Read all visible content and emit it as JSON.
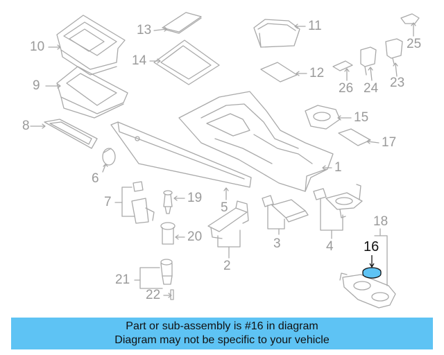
{
  "diagram": {
    "part_labels": {
      "p1": "1",
      "p2": "2",
      "p3": "3",
      "p4": "4",
      "p5": "5",
      "p6": "6",
      "p7": "7",
      "p8": "8",
      "p9": "9",
      "p10": "10",
      "p11": "11",
      "p12": "12",
      "p13": "13",
      "p14": "14",
      "p15": "15",
      "p16": "16",
      "p17": "17",
      "p18": "18",
      "p19": "19",
      "p20": "20",
      "p21": "21",
      "p22": "22",
      "p23": "23",
      "p24": "24",
      "p25": "25",
      "p26": "26"
    },
    "highlighted_part": "16",
    "colors": {
      "line": "#a9a9a9",
      "highlight_fill": "#5ec3f4",
      "highlight_text": "#111111",
      "banner": "#5ec3f4"
    }
  },
  "banner": {
    "line1": "Part or sub-assembly is #16 in diagram",
    "line2": "Diagram may not be specific to your vehicle"
  }
}
